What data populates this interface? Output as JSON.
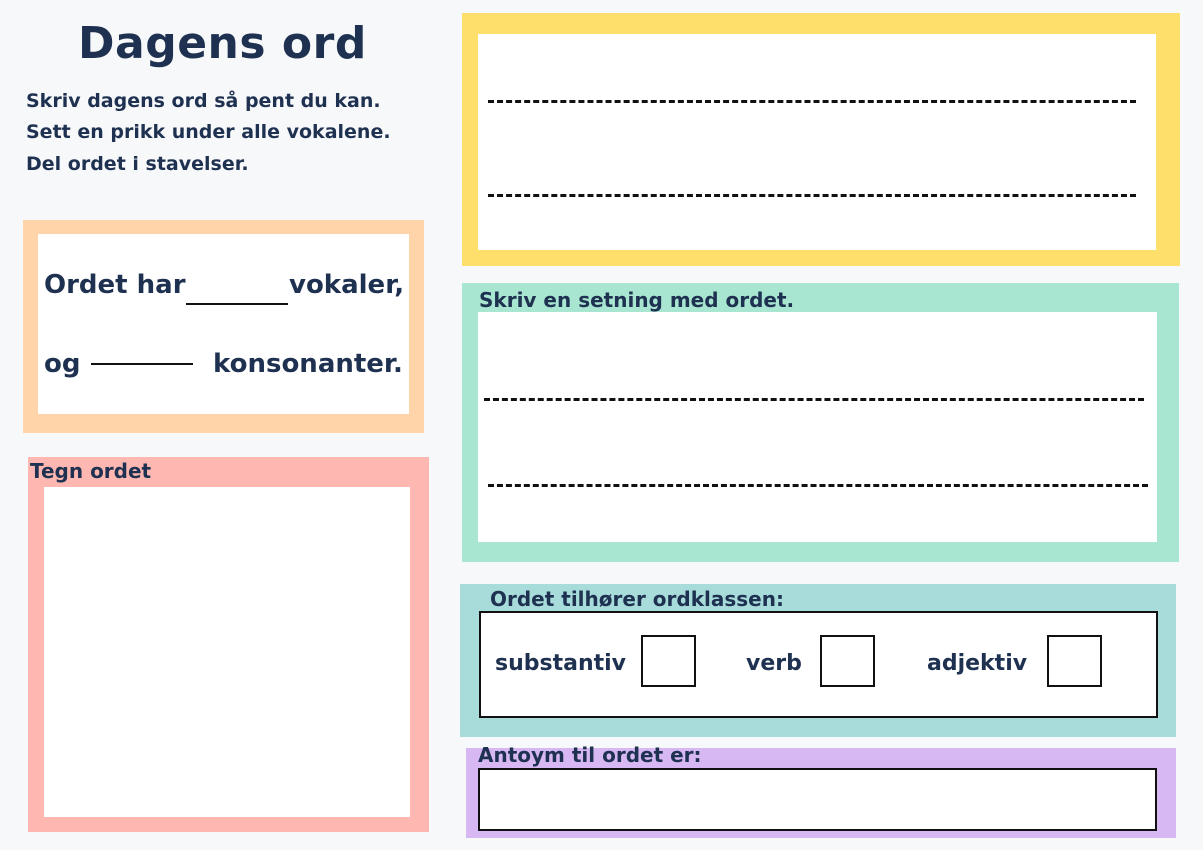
{
  "title": "Dagens ord",
  "instructions": [
    "Skriv dagens ord så pent du kan.",
    "Sett en prikk under alle vokalene.",
    "Del ordet i stavelser."
  ],
  "count_box": {
    "line1_prefix": "Ordet har",
    "line1_suffix": "vokaler,",
    "line2_prefix": "og",
    "line2_suffix": "konsonanter."
  },
  "draw_box": {
    "label": "Tegn ordet"
  },
  "sentence_box": {
    "label": "Skriv en setning med ordet."
  },
  "word_class_box": {
    "label": "Ordet tilhører ordklassen:",
    "options": [
      "substantiv",
      "verb",
      "adjektiv"
    ]
  },
  "antonym_box": {
    "label": "Antoym til ordet er:"
  },
  "colors": {
    "text": "#1e3150",
    "yellow": "#ffdf6b",
    "peach": "#ffd4a9",
    "pink": "#ffb8b1",
    "green": "#a9e6d1",
    "teal": "#a8dcdb",
    "purple": "#d7b8f3"
  }
}
